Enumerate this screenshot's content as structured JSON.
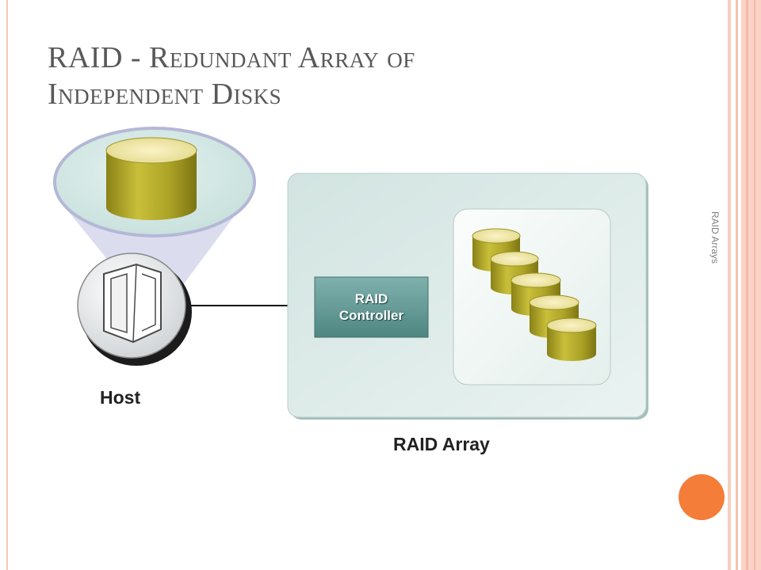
{
  "slide": {
    "title_line1": "RAID - Redundant Array of",
    "title_line2": "Independent Disks",
    "side_label": "RAID Arrays"
  },
  "diagram": {
    "host_label": "Host",
    "controller_line1": "RAID",
    "controller_line2": "Controller",
    "array_label": "RAID Array",
    "disk_count": 5
  },
  "colors": {
    "disk_gold": "#b7ad2e",
    "controller_teal": "#5a9490",
    "array_panel": "#dfecea",
    "accent_orange": "#f47d3a"
  }
}
